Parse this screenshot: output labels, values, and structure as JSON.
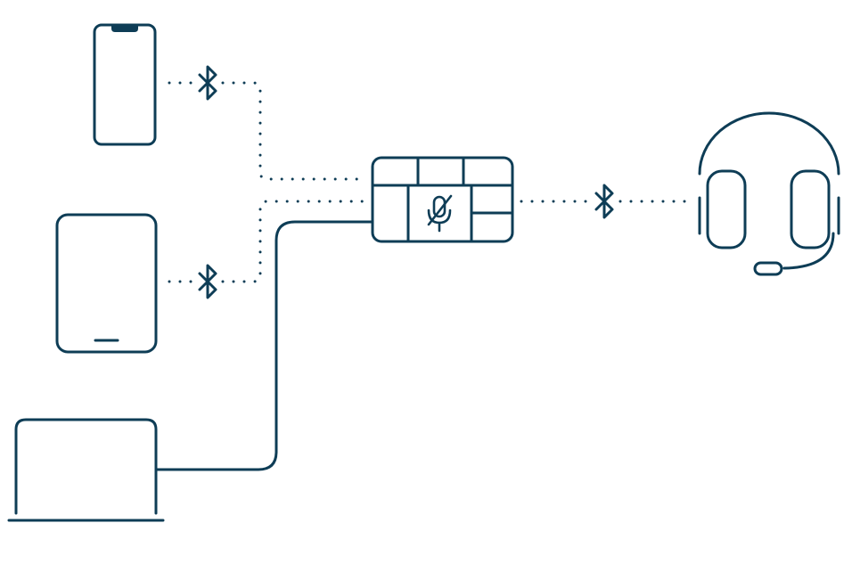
{
  "colors": {
    "stroke": "#0e3d56",
    "background": "#ffffff"
  },
  "devices": [
    {
      "id": "phone",
      "icon": "smartphone-icon",
      "connection": "bluetooth"
    },
    {
      "id": "tablet",
      "icon": "tablet-icon",
      "connection": "bluetooth"
    },
    {
      "id": "laptop",
      "icon": "laptop-icon",
      "connection": "usb-cable"
    }
  ],
  "hub": {
    "icon": "keypad-icon",
    "center_key_icon": "microphone-mute-icon"
  },
  "headset": {
    "icon": "headset-icon",
    "connection": "bluetooth"
  }
}
